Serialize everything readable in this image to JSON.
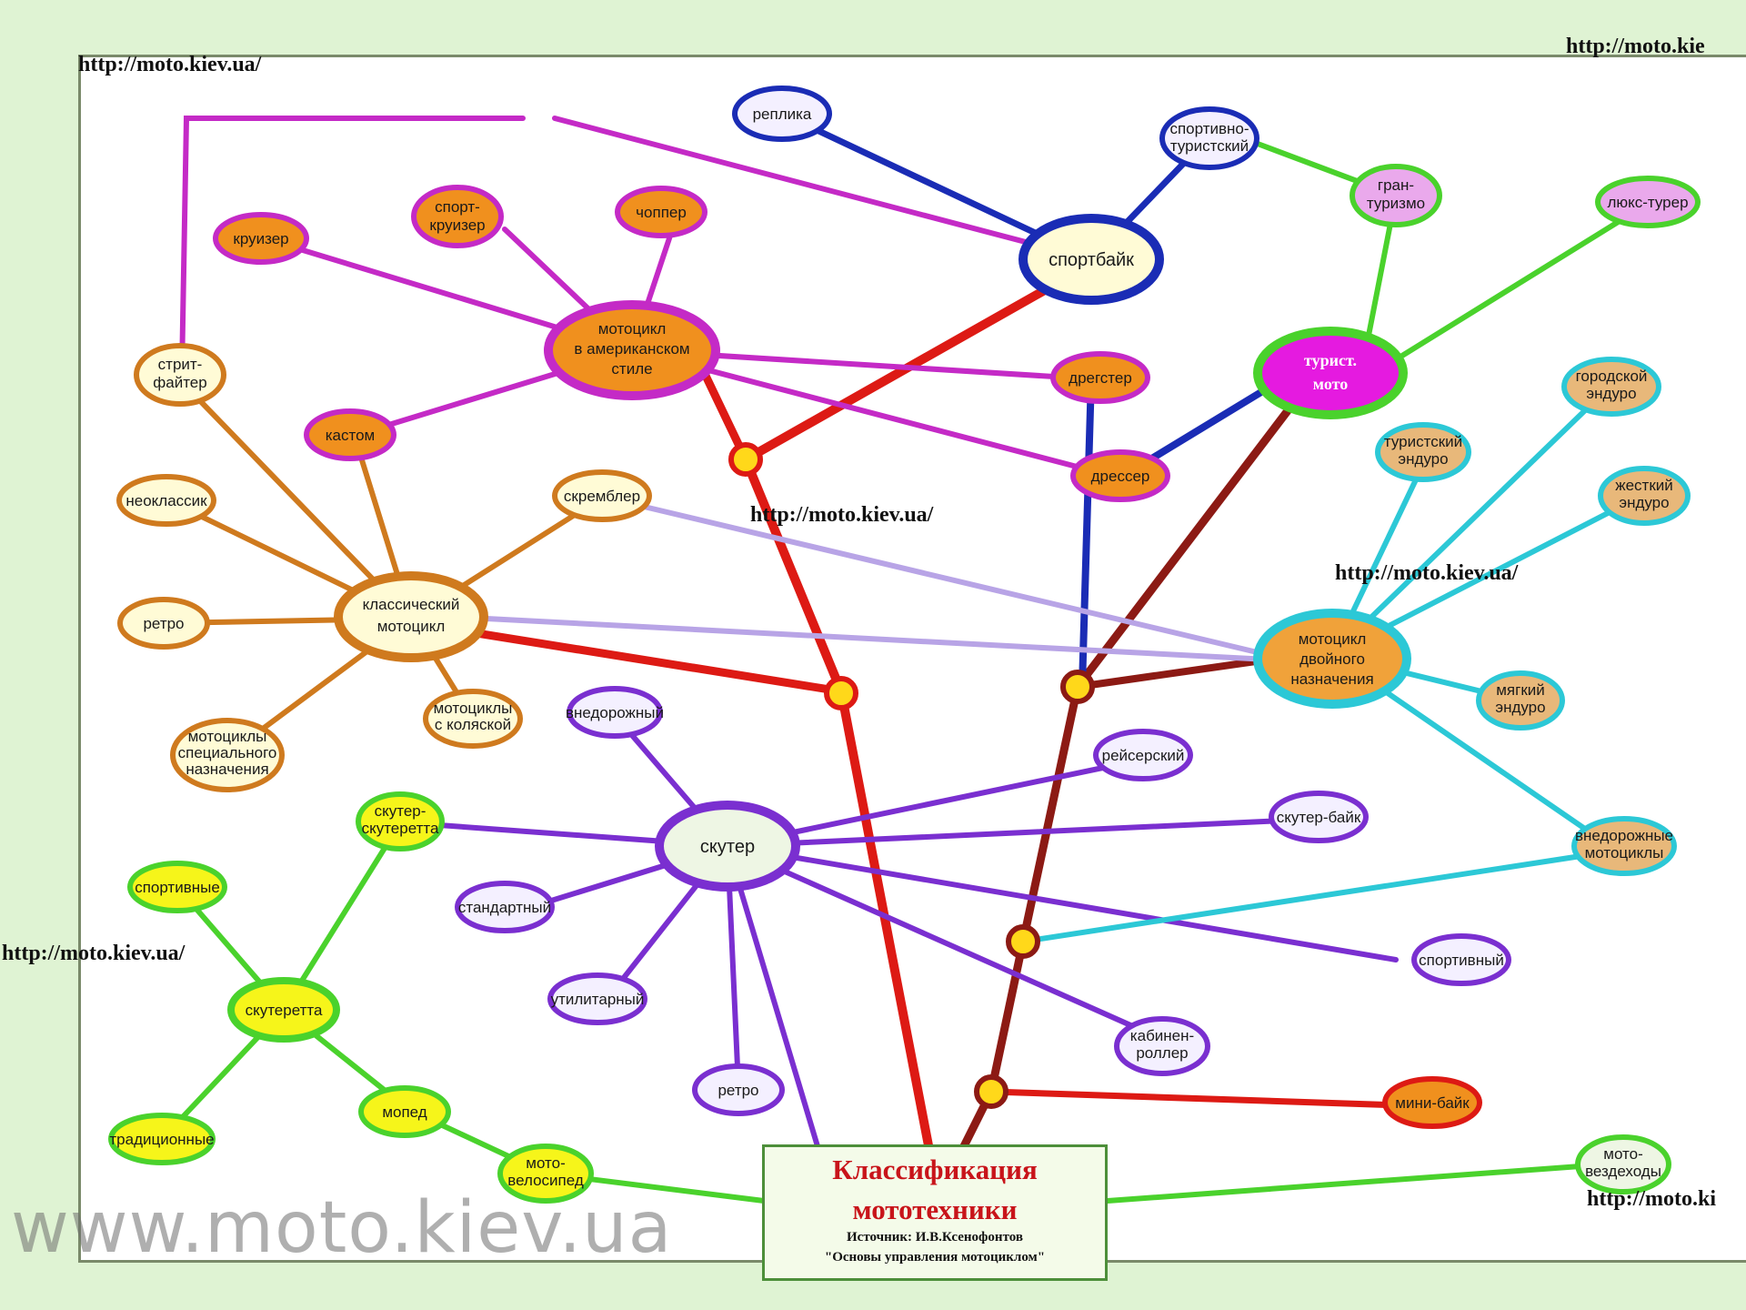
{
  "diagram": {
    "title_line1": "Классификация",
    "title_line2": "мототехники",
    "source_line1": "Источник: И.В.Ксенофонтов",
    "source_line2": "\"Основы управления мотоциклом\""
  },
  "urls": {
    "u1": "http://moto.kiev.ua/",
    "u2": "http://moto.kie",
    "u3": "http://moto.kiev.ua/",
    "u4": "http://moto.kiev.ua/",
    "u5": "http://moto.kiev.ua/",
    "u6": "http://moto.ki"
  },
  "watermark": "www.moto.kiev.ua",
  "colors": {
    "red_branch": "#dd1a14",
    "dark_red_branch": "#8c1a14",
    "navy_branch": "#1a2cb5",
    "magenta_branch": "#c42ac6",
    "orange_branch": "#cf7a1e",
    "purple_branch": "#7a2fd0",
    "cyan_branch": "#2cc8d6",
    "green_branch": "#4ad22c",
    "lilac_branch": "#b8a4e6"
  },
  "nodes": {
    "sportbike": "спортбайк",
    "replika": "реплика",
    "sport_turist": [
      "спортивно-",
      "туристский"
    ],
    "dragster": "дрегстер",
    "american": [
      "мотоцикл",
      "в американском",
      "стиле"
    ],
    "chopper": "чоппер",
    "sport_cruiser": [
      "спорт-",
      "круизер"
    ],
    "cruiser": "круизер",
    "custom": "кастом",
    "dresser": "дрессер",
    "touring": [
      "турист.",
      "мото"
    ],
    "gran_turismo": [
      "гран-",
      "туризмо"
    ],
    "lux_tourer": "люкс-турер",
    "classic": [
      "классический",
      "мотоцикл"
    ],
    "streetfighter": [
      "стрит-",
      "файтер"
    ],
    "neoclassic": "неоклассик",
    "scrambler": "скремблер",
    "retro_moto": "ретро",
    "sidecar": [
      "мотоциклы",
      "с коляской"
    ],
    "special": [
      "мотоциклы",
      "специального",
      "назначения"
    ],
    "dual": [
      "мотоцикл",
      "двойного",
      "назначения"
    ],
    "city_enduro": [
      "городской",
      "эндуро"
    ],
    "tour_enduro": [
      "туристский",
      "эндуро"
    ],
    "hard_enduro": [
      "жесткий",
      "эндуро"
    ],
    "soft_enduro": [
      "мягкий",
      "эндуро"
    ],
    "offroad_moto": [
      "внедорожные",
      "мотоциклы"
    ],
    "scooter": "скутер",
    "offroad_scooter": "внедорожный",
    "racing_scooter": "рейсерский",
    "scooter_bike": "скутер-байк",
    "standard_scooter": "стандартный",
    "utility_scooter": "утилитарный",
    "retro_scooter": "ретро",
    "sport_scooter": "спортивный",
    "cabin_roller": [
      "кабинен-",
      "роллер"
    ],
    "mini_bike": "мини-байк",
    "atv": [
      "мото-",
      "вездеходы"
    ],
    "scooterette": "скутеретта",
    "scooter_scooterette": [
      "скутер-",
      "скутеретта"
    ],
    "sport_scooterette": "спортивные",
    "traditional": "традиционные",
    "moped": "мопед",
    "moto_bicycle": [
      "мото-",
      "велосипед"
    ]
  }
}
